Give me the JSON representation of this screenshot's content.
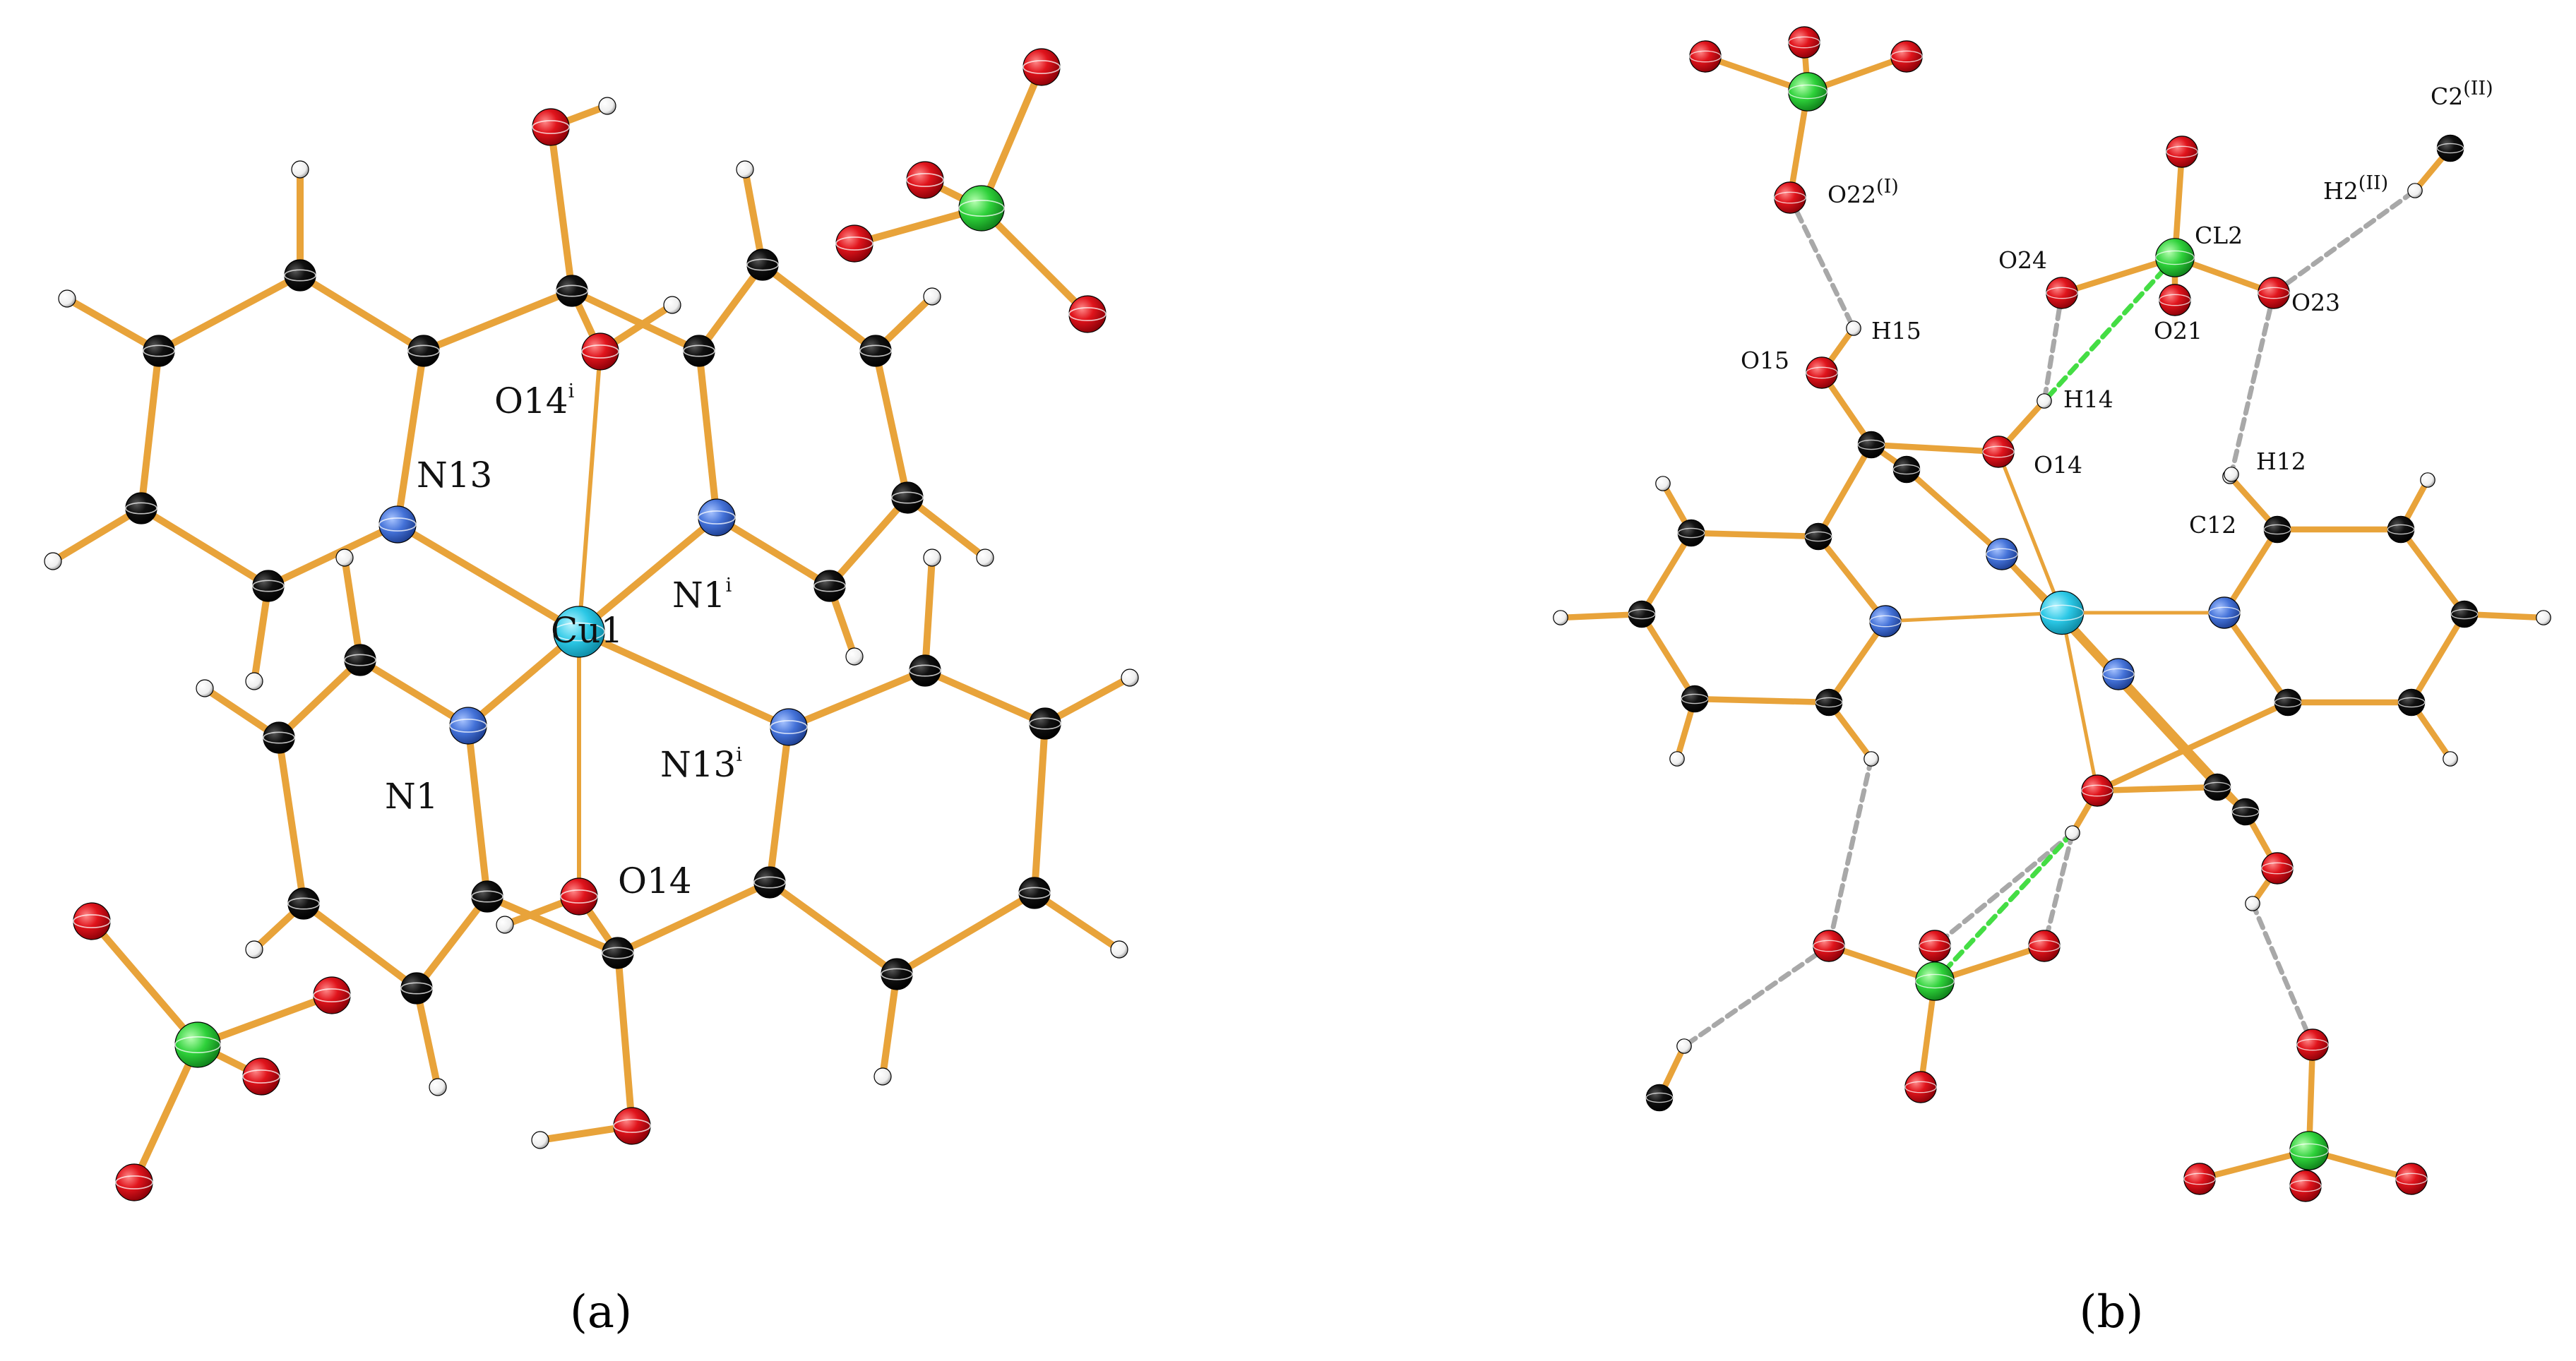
{
  "colors": {
    "bond": "#E8A33A",
    "carbon": "#0a0a0a",
    "nitrogen": "#4472D8",
    "oxygen": "#E0141C",
    "chlorine": "#2ED13A",
    "copper": "#2BC8E6",
    "hydrogen": "#FFFFFF",
    "hbond_grey": "#A8A8A8",
    "hbond_green": "#44DD44"
  },
  "panel_a": {
    "caption": "(a)",
    "labels": {
      "o14i": "O14",
      "o14i_sup": "i",
      "n13": "N13",
      "n1i": "N1",
      "n1i_sup": "i",
      "cu1": "Cu1",
      "n13i": "N13",
      "n13i_sup": "i",
      "n1": "N1",
      "o14": "O14"
    }
  },
  "panel_b": {
    "caption": "(b)",
    "labels": {
      "o22": "O22",
      "o22_sup": "(I)",
      "h15": "H15",
      "o15": "O15",
      "o24": "O24",
      "cl2": "CL2",
      "o21": "O21",
      "o23": "O23",
      "h14": "H14",
      "o14": "O14",
      "h12": "H12",
      "c12": "C12",
      "c2": "C2",
      "c2_sup": "(II)",
      "h2": "H2",
      "h2_sup": "(II)"
    }
  }
}
